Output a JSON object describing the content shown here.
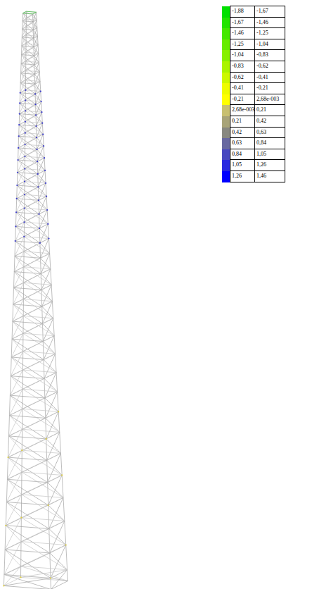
{
  "diagram": {
    "labels": [
      "-1,67",
      "-1,46",
      "-1,25",
      "-1,04",
      "-0,83",
      "-0,62",
      "-0,41",
      "-0,21",
      "2,68e-003",
      "0,21",
      "0,42",
      "0,63",
      "0,84",
      "1,05",
      "1,26",
      "1,46"
    ],
    "legend": [
      {
        "text": "-1,88",
        "color": "#00e000"
      },
      {
        "text": "-1,67",
        "color": "#22e400"
      },
      {
        "text": "-1,46",
        "color": "#44e800"
      },
      {
        "text": "-1,25",
        "color": "#66ec00"
      },
      {
        "text": "-1,04",
        "color": "#88f000"
      },
      {
        "text": "-0,83",
        "color": "#aaf400"
      },
      {
        "text": "-0,62",
        "color": "#ccf800"
      },
      {
        "text": "-0,41",
        "color": "#eefc00"
      },
      {
        "text": "-0,21",
        "color": "#ffff00"
      },
      {
        "text": "2,68e-003",
        "color": "#c8c070"
      },
      {
        "text": "0,21",
        "color": "#a8a478"
      },
      {
        "text": "0,42",
        "color": "#888880"
      },
      {
        "text": "0,63",
        "color": "#6868a0"
      },
      {
        "text": "0,84",
        "color": "#4848c0"
      },
      {
        "text": "1,05",
        "color": "#2828e0"
      },
      {
        "text": "1,26",
        "color": "#0000ff"
      }
    ]
  }
}
